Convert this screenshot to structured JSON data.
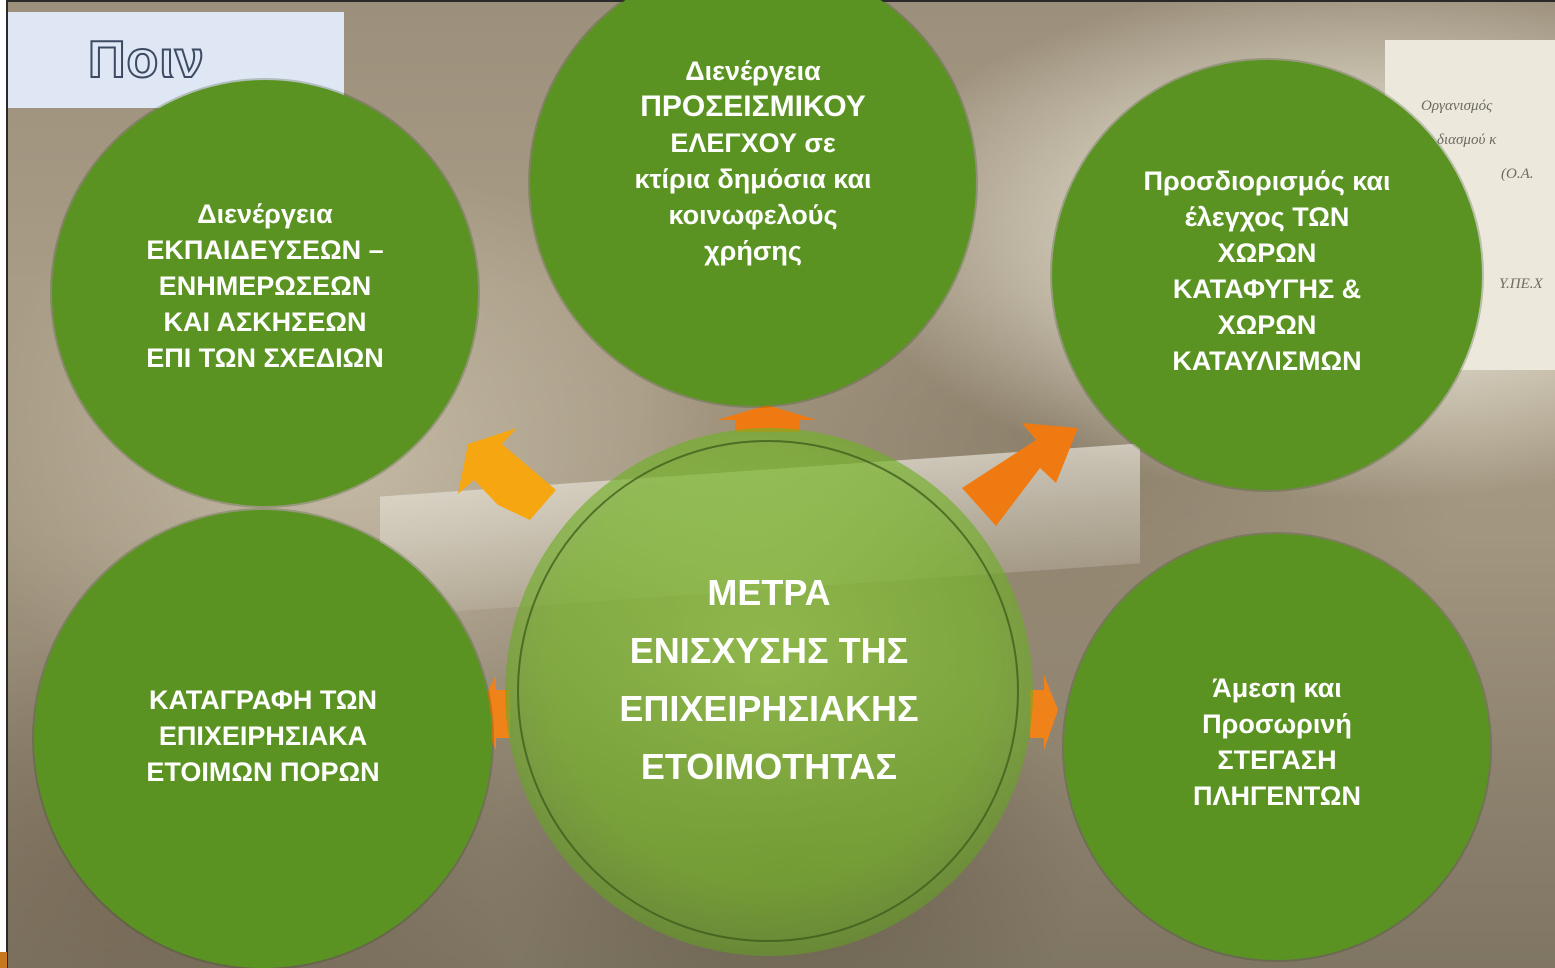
{
  "title": "Ποιν",
  "screen_text": {
    "line1": "Οργανισμός",
    "line2": "διασμού κ",
    "line3": "(Ο.Α.",
    "line4": "Υ.ΠΕ.Χ"
  },
  "center": {
    "line1": "ΜΕΤΡΑ",
    "line2": "ΕΝΙΣΧΥΣΗΣ ΤΗΣ",
    "line3": "ΕΠΙΧΕΙΡΗΣΙΑΚΗΣ",
    "line4": "ΕΤΟΙΜΟΤΗΤΑΣ"
  },
  "nodes": {
    "top": {
      "line1": "Διενέργεια",
      "line2": "ΠΡΟΣΕΙΣΜΙΚΟΥ",
      "line3": "ΕΛΕΓΧΟΥ σε",
      "line4": "κτίρια δημόσια και",
      "line5": "κοινωφελούς",
      "line6": "χρήσης"
    },
    "top_left": {
      "line1": "Διενέργεια",
      "line2": "ΕΚΠΑΙΔΕΥΣΕΩΝ –",
      "line3": "ΕΝΗΜΕΡΩΣΕΩΝ",
      "line4": "ΚΑΙ ΑΣΚΗΣΕΩΝ",
      "line5": "ΕΠΙ ΤΩΝ ΣΧΕΔΙΩΝ"
    },
    "top_right": {
      "line1": "Προσδιορισμός και",
      "line2": "έλεγχος ΤΩΝ",
      "line3": "ΧΩΡΩΝ",
      "line4": "ΚΑΤΑΦΥΓΗΣ &",
      "line5": "ΧΩΡΩΝ",
      "line6": "ΚΑΤΑΥΛΙΣΜΩΝ"
    },
    "bottom_left": {
      "line1": "ΚΑΤΑΓΡΑΦΗ ΤΩΝ",
      "line2": "ΕΠΙΧΕΙΡΗΣΙΑΚΑ",
      "line3": "ΕΤΟΙΜΩΝ ΠΟΡΩΝ"
    },
    "bottom_right": {
      "line1": "Άμεση και",
      "line2": "Προσωρινή",
      "line3": "ΣΤΕΓΑΣΗ",
      "line4": "ΠΛΗΓΕΝΤΩΝ"
    }
  },
  "colors": {
    "node_green": "#5b9323",
    "arrow_orange": "#f07a12",
    "arrow_amber": "#f5a611"
  }
}
